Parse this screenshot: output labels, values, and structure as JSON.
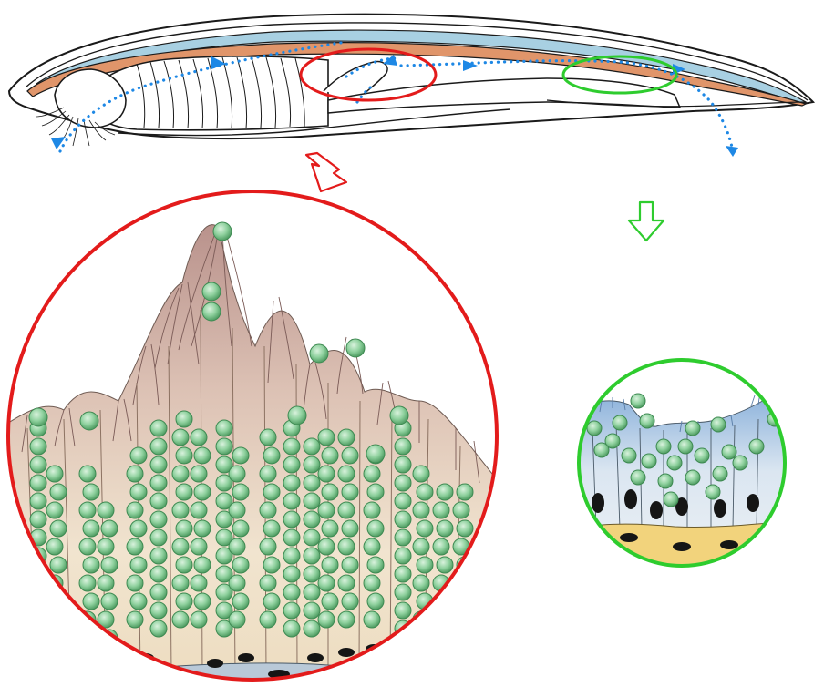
{
  "colors": {
    "background": "#ffffff",
    "outline": "#1a1a1a",
    "nerve_cord": "#a8d0e2",
    "notochord": "#e0956a",
    "flow_arrows": "#1e88e5",
    "highlight_red": "#e31b1b",
    "highlight_green": "#2ecc2e",
    "granule": "#8fd19e",
    "granule_edge": "#3e8a52",
    "red_region_cytoplasm": "#f0e2cc",
    "red_region_apex": "#b9928c",
    "green_region_cytoplasm": "#e6ecf2",
    "green_region_apex": "#8fb4dc",
    "basal_cells": "#f2d37c",
    "basal_membrane": "#b9c9d8",
    "nucleus": "#151515"
  },
  "figure": {
    "overview": "lancelet-body",
    "flow_direction": "anterior-to-posterior",
    "zoom_regions": [
      {
        "id": "red-zoom",
        "color_key": "highlight_red",
        "arrow_icon": "hollow-down-arrow-icon"
      },
      {
        "id": "green-zoom",
        "color_key": "highlight_green",
        "arrow_icon": "hollow-down-arrow-icon"
      }
    ]
  }
}
